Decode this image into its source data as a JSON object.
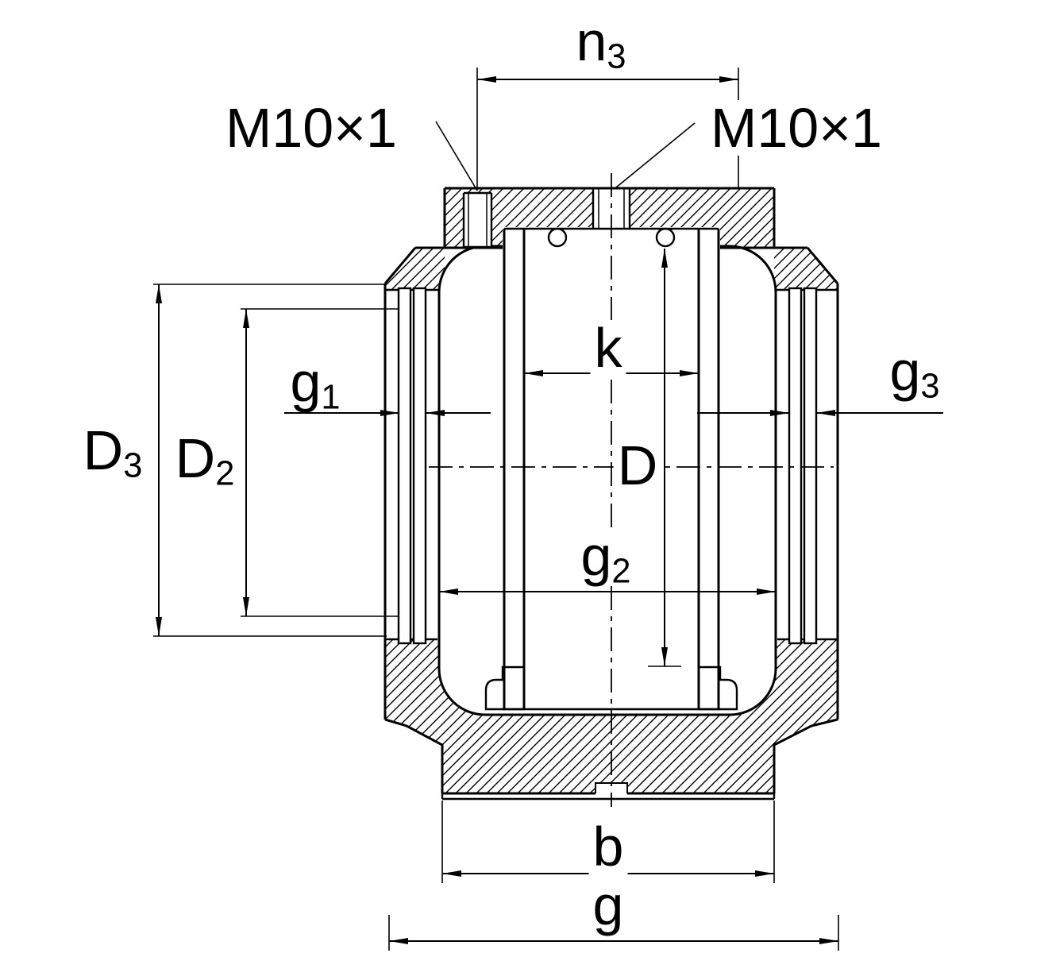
{
  "labels": {
    "n3": {
      "base": "n",
      "sub": "3"
    },
    "m10_left": {
      "text": "M10×1"
    },
    "m10_right": {
      "text": "M10×1"
    },
    "k": {
      "text": "k"
    },
    "g1": {
      "base": "g",
      "sub": "1"
    },
    "g3": {
      "base": "g",
      "sub": "3"
    },
    "d3": {
      "base": "D",
      "sub": "3"
    },
    "d2": {
      "base": "D",
      "sub": "2"
    },
    "d": {
      "text": "D"
    },
    "g2": {
      "base": "g",
      "sub": "2"
    },
    "b": {
      "text": "b"
    },
    "g": {
      "text": "g"
    }
  },
  "colors": {
    "line": "#000000",
    "background": "#ffffff"
  }
}
